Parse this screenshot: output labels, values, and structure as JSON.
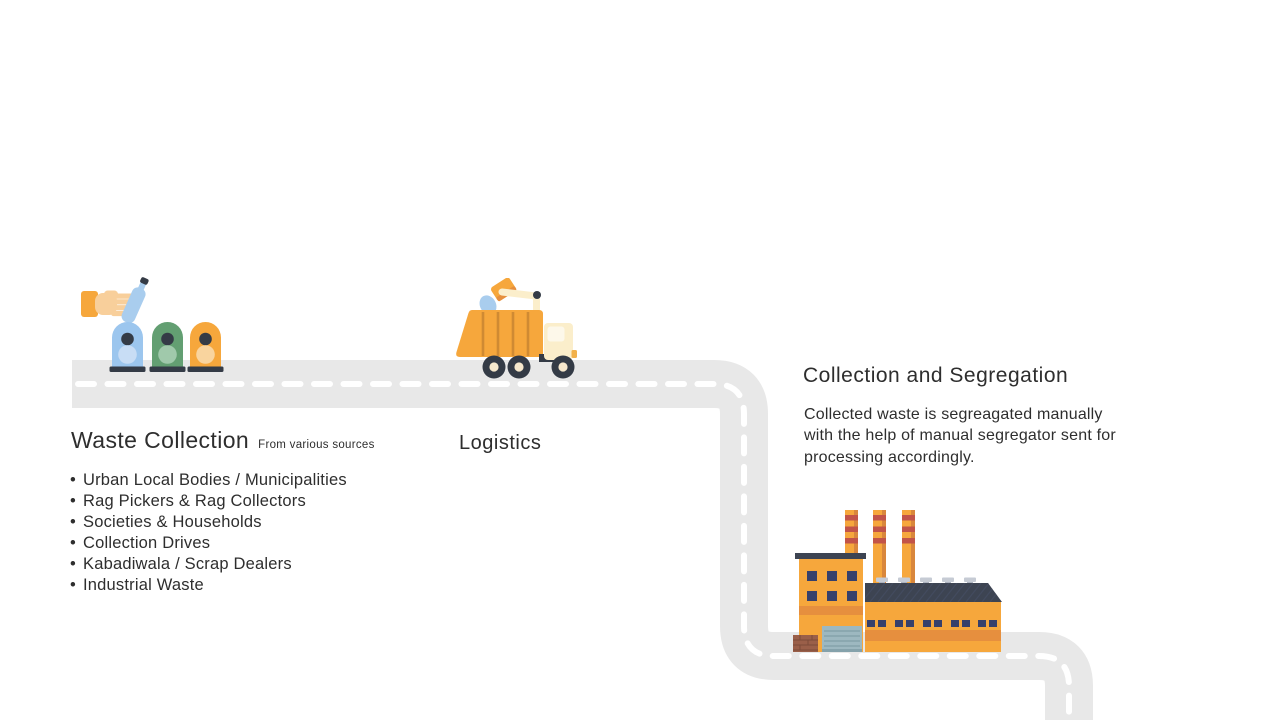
{
  "stages": {
    "waste_collection": {
      "title": "Waste Collection",
      "subtitle": "From various sources",
      "sources": [
        "Urban Local Bodies / Municipalities",
        "Rag Pickers & Rag Collectors",
        "Societies & Households",
        "Collection Drives",
        "Kabadiwala / Scrap Dealers",
        "Industrial Waste"
      ]
    },
    "logistics": {
      "title": "Logistics"
    },
    "collection_segregation": {
      "title": "Collection and Segregation",
      "description_lines": [
        "Collected waste is segreagated manually",
        "with the help of manual segregator sent for",
        "processing accordingly."
      ]
    }
  },
  "icons": {
    "bins": "hand dropping bottle into blue, green and orange recycling bins",
    "truck": "orange garbage truck lifting a bin",
    "factory": "orange segregation factory with three chimneys"
  },
  "colors": {
    "road": "#e8e8e8",
    "road_dash": "#ffffff",
    "text": "#2e2e2e",
    "orange": "#f6a73c",
    "band_orange": "#e68f3e",
    "dark": "#343b46",
    "roof_dark": "#3d4452",
    "window_blue": "#36406b",
    "red_stripe": "#c25449",
    "bin_blue": "#9cc6ee",
    "bin_green": "#639f72"
  }
}
